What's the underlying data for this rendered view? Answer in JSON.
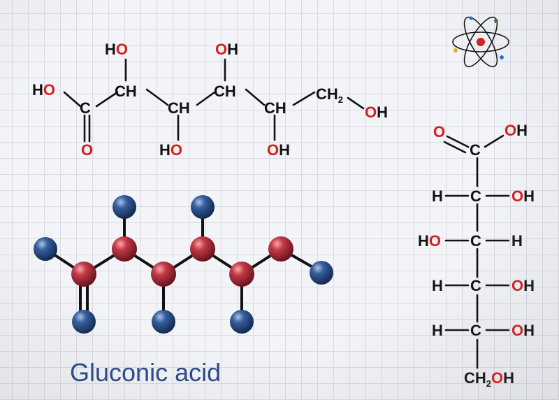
{
  "title": "Gluconic acid",
  "colors": {
    "oxygen": "#d42020",
    "carbon": "#111111",
    "ball_red": "#c0303a",
    "ball_blue": "#2c4e86",
    "title": "#2b4a8a"
  },
  "icons": {
    "atom": "atom-icon"
  },
  "skeletal": {
    "labels": [
      {
        "id": "ho1",
        "text": "HO"
      },
      {
        "id": "oh2",
        "text": "OH"
      },
      {
        "id": "ho_c",
        "text": "HO"
      },
      {
        "id": "ch_a",
        "text": "CH"
      },
      {
        "id": "ch_b",
        "text": "CH"
      },
      {
        "id": "ch_c",
        "text": "CH"
      },
      {
        "id": "ch_d",
        "text": "CH"
      },
      {
        "id": "ch2",
        "text": "CH2"
      },
      {
        "id": "oh_end",
        "text": "OH"
      },
      {
        "id": "c1",
        "text": "C"
      },
      {
        "id": "o1",
        "text": "O"
      },
      {
        "id": "ho3",
        "text": "HO"
      },
      {
        "id": "oh4",
        "text": "OH"
      }
    ]
  },
  "fischer": {
    "top": {
      "o": "O",
      "c": "C",
      "oh": "OH"
    },
    "rows": [
      {
        "left": "H",
        "center": "C",
        "right": "OH"
      },
      {
        "left": "HO",
        "center": "C",
        "right": "H"
      },
      {
        "left": "H",
        "center": "C",
        "right": "OH"
      },
      {
        "left": "H",
        "center": "C",
        "right": "OH"
      }
    ],
    "bottom": "CH2OH"
  }
}
